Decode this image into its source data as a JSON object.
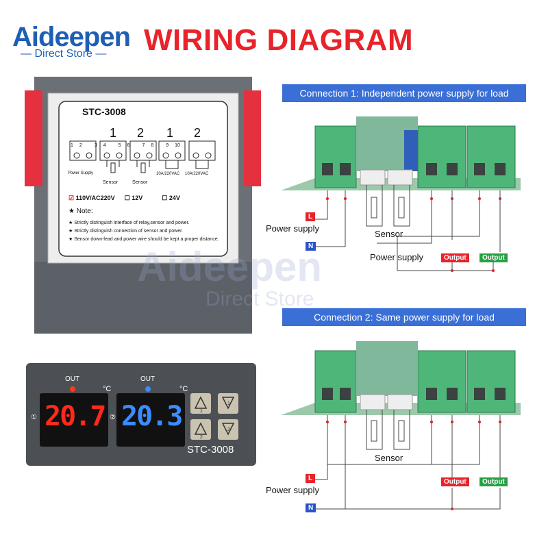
{
  "brand": {
    "name": "Aideepen",
    "tagline": "Direct Store"
  },
  "title": "WIRING DIAGRAM",
  "device_label": {
    "model": "STC-3008",
    "terminal_groups": [
      "1",
      "2",
      "1",
      "2"
    ],
    "terminals": [
      "1",
      "2",
      "3",
      "4",
      "5",
      "6",
      "7",
      "8",
      "9",
      "10"
    ],
    "labels": {
      "power": "Power Supply",
      "sensor1": "Sensor",
      "sensor2": "Sensor",
      "relay1": "10A/220VAC",
      "relay2": "10A/220VAC"
    },
    "voltages": [
      "110V/AC220V",
      "12V",
      "24V"
    ],
    "note_title": "Note:",
    "notes": [
      "Strictly distinguish interface of relay,sensor and power.",
      "Strictly distinguish connection of sensor and power.",
      "Sensor down-lead and power wire should be kept a proper distance."
    ]
  },
  "controller": {
    "out1_label": "OUT",
    "out2_label": "OUT",
    "unit1": "°C",
    "unit2": "°C",
    "display1": "20.7",
    "display2": "20.3",
    "channel1": "①",
    "channel2": "②",
    "model": "STC-3008",
    "buttons": [
      "1",
      "1",
      "2",
      "2"
    ]
  },
  "connection1": {
    "header": "Connection 1:  Independent power supply for load",
    "power_supply": "Power supply",
    "L": "L",
    "N": "N",
    "sensor": "Sensor",
    "load_power": "Power supply",
    "output1": "Output",
    "output2": "Output"
  },
  "connection2": {
    "header": "Connection 2:  Same power supply for load",
    "power_supply": "Power supply",
    "L": "L",
    "N": "N",
    "sensor": "Sensor",
    "output1": "Output",
    "output2": "Output"
  },
  "watermark": {
    "main": "Aideepen",
    "sub": "Direct Store"
  },
  "colors": {
    "title": "#e8232a",
    "brand_blue": "#1e5fb4",
    "header_bar": "#3a6fd6",
    "terminal_green": "#3faa6a",
    "output_red": "#e8232a",
    "output_green": "#28a046",
    "display_red": "#ff2a1a",
    "display_blue": "#3a8cff"
  }
}
